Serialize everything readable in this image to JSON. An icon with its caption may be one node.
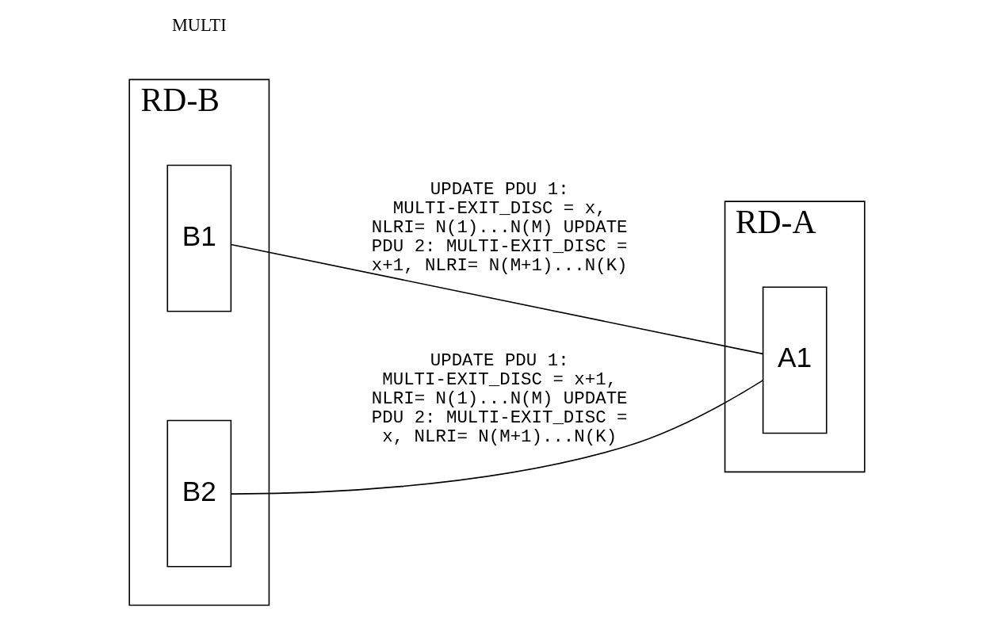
{
  "diagram": {
    "nodes": [
      {
        "text": [
          "RD-B"
        ]
      },
      {
        "text": [
          "B1"
        ],
        "in": 0
      },
      {
        "text": [
          "B2"
        ],
        "in": 0
      },
      {
        "text": [
          "RD-A"
        ]
      },
      {
        "text": [
          "A1"
        ],
        "in": 3
      }
    ],
    "edges": [
      {
        "from": 1,
        "to": 4,
        "arrow": "none",
        "label": "UPDATE PDU 1: MULTI-EXIT_DISC = x, NLRI= N(1)...N(M) UPDATE PDU 2: MULTI-EXIT_DISC = x+1, NLRI= N(M+1)...N(K)"
      },
      {
        "from": 2,
        "to": 4,
        "arrow": "none",
        "label": "UPDATE PDU 1: MULTI-EXIT_DISC = x+1, NLRI= N(1)...N(M) UPDATE PDU 2: MULTI-EXIT_DISC = x, NLRI= N(M+1)...N(K)"
      }
    ],
    "labels": [
      "MULTI"
    ]
  }
}
